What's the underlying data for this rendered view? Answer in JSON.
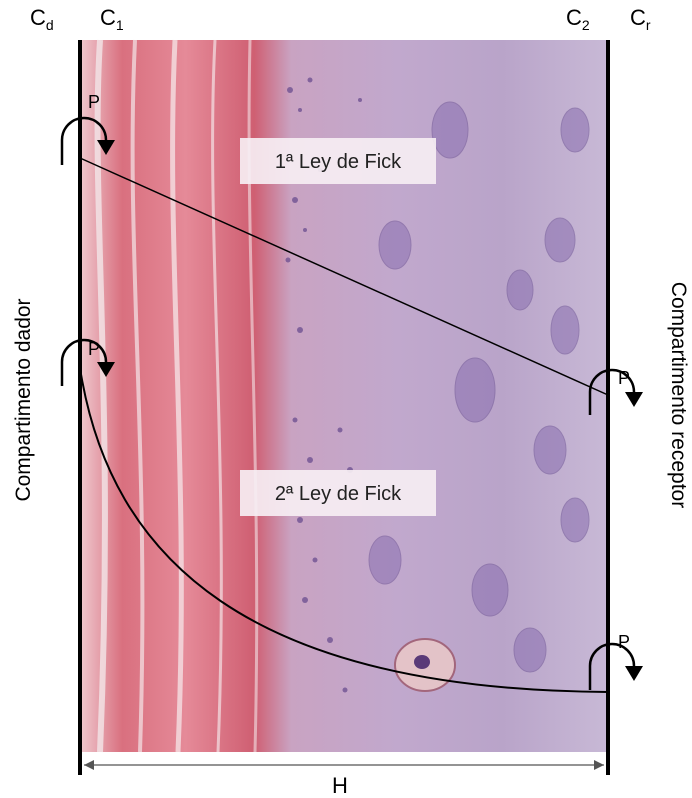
{
  "concentrations": {
    "cd": {
      "base": "C",
      "sub": "d"
    },
    "c1": {
      "base": "C",
      "sub": "1"
    },
    "c2": {
      "base": "C",
      "sub": "2"
    },
    "cr": {
      "base": "C",
      "sub": "r"
    }
  },
  "compartments": {
    "left": "Compartimento dador",
    "right": "Compartimento receptor"
  },
  "partition_symbol": "P",
  "laws": {
    "first": "1ª Ley de Fick",
    "second": "2ª Ley de Fick"
  },
  "thickness_label": "H",
  "colors": {
    "membrane_line": "#000000",
    "tissue_pink": "#d9707f",
    "tissue_purple": "#b7a3c8",
    "nuclei": "#7d5fa3",
    "label_box": "#f6eef3"
  }
}
